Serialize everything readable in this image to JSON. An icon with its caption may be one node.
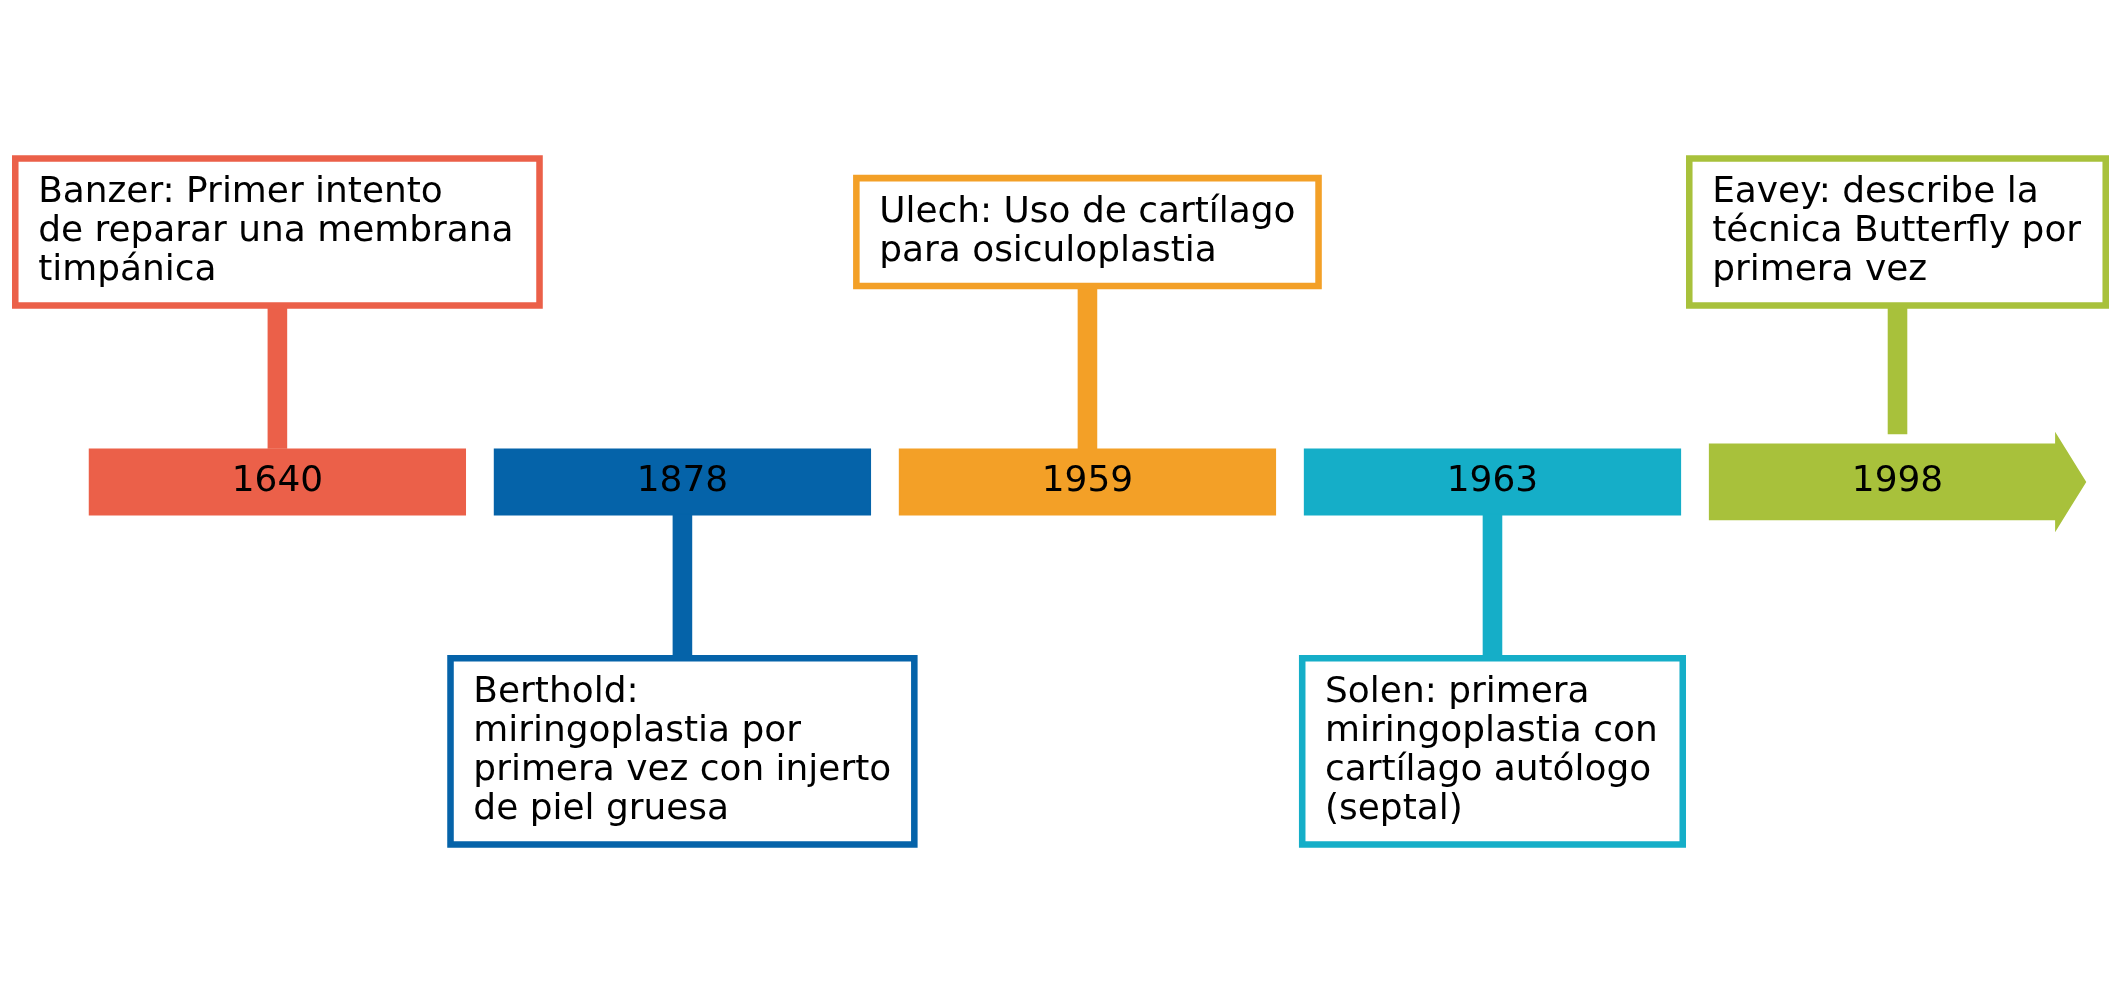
{
  "diagram": {
    "nodes": [
      {
        "text": [
          "Banzer: Primer intento de reparar una membrana timpánica"
        ]
      },
      {
        "text": [
          "Ulech: Uso de cartílago para osiculoplastia"
        ]
      },
      {
        "text": [
          "Eavey: describe la técnica Butterfly por primera vez"
        ]
      },
      {
        "text": [
          "1640"
        ]
      },
      {
        "text": [
          "1878"
        ]
      },
      {
        "text": [
          "1959"
        ]
      },
      {
        "text": [
          "1963"
        ]
      },
      {
        "text": [
          "1998"
        ]
      },
      {
        "text": [
          "Berthold: miringoplastia por primera vez con injerto de piel gruesa"
        ]
      },
      {
        "text": [
          "Solen: primera miringoplastia con cartílago autólogo (septal)"
        ]
      }
    ],
    "edges": [
      {
        "from": 0,
        "to": 3,
        "arrow": "none",
        "color": "#eb6049"
      },
      {
        "from": 4,
        "to": 8,
        "arrow": "none",
        "color": "#0563a9"
      },
      {
        "from": 1,
        "to": 5,
        "arrow": "none",
        "color": "#f3a027"
      },
      {
        "from": 6,
        "to": 9,
        "arrow": "none",
        "color": "#15aec8"
      },
      {
        "from": 2,
        "to": 7,
        "arrow": "none",
        "color": "#a8c13b"
      }
    ]
  }
}
